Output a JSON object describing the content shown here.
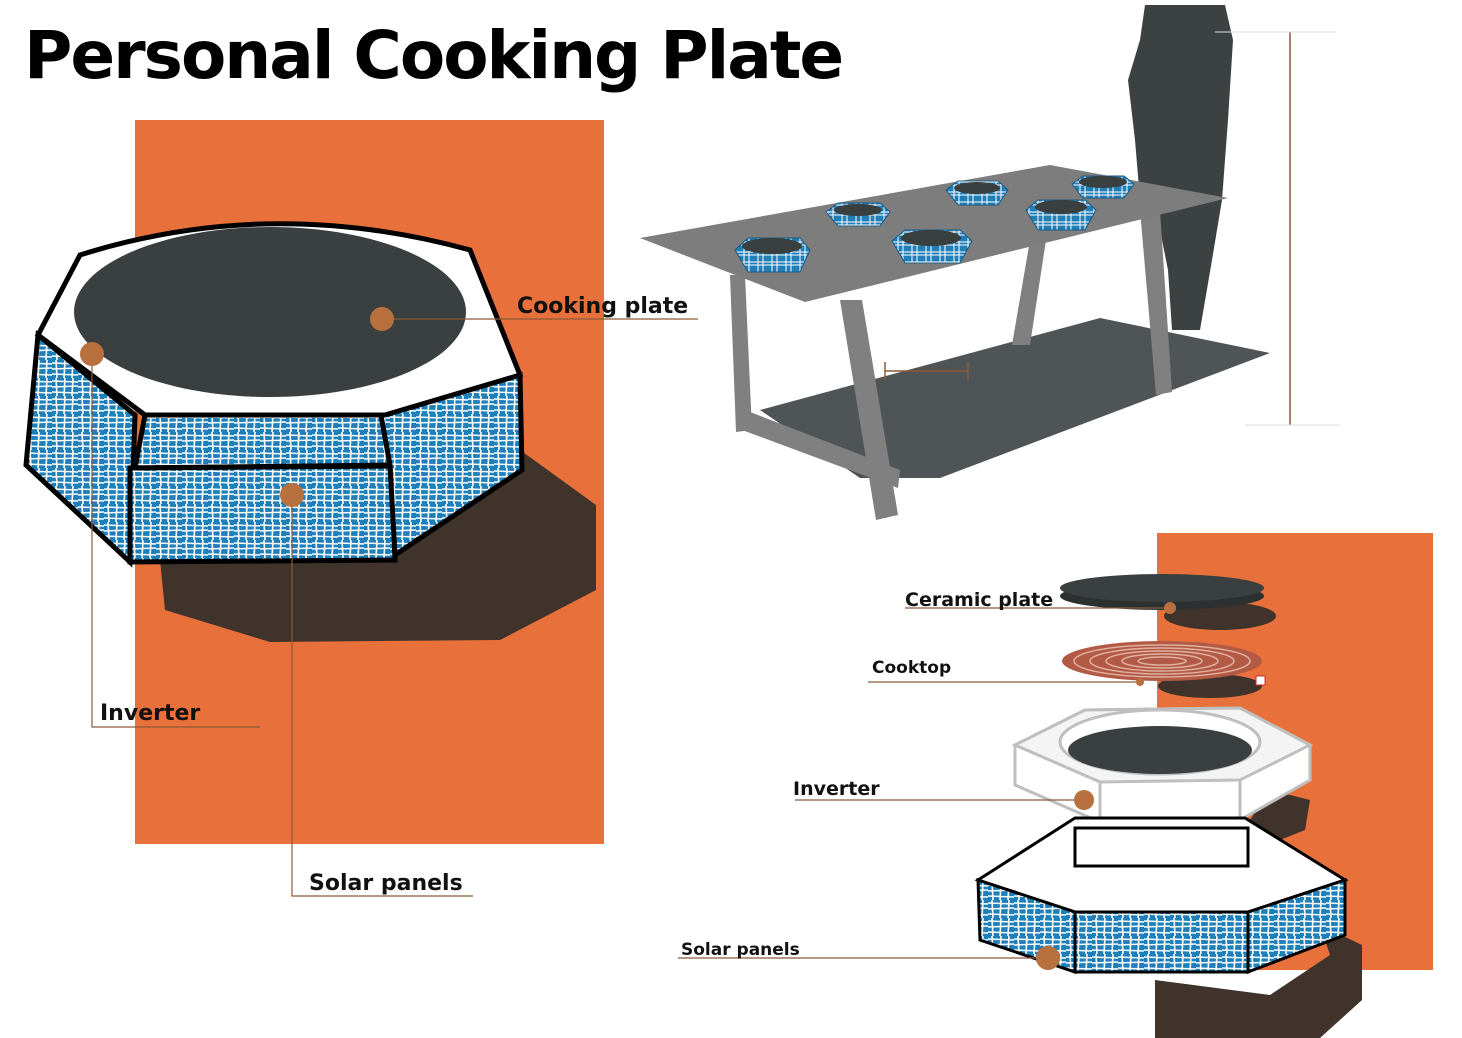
{
  "title": "Personal Cooking Plate",
  "main_illustration": {
    "labels": {
      "cooking_plate": "Cooking plate",
      "inverter": "Inverter",
      "solar_panels": "Solar panels"
    }
  },
  "exploded_view": {
    "labels": {
      "ceramic_plate": "Ceramic plate",
      "cooktop": "Cooktop",
      "inverter": "Inverter",
      "solar_panels": "Solar panels"
    }
  },
  "colors": {
    "accent_orange": "#e8703a",
    "solar_blue": "#1f7fb8",
    "plate_dark": "#3a3f3f",
    "shadow_brown": "#3f332b",
    "leader_line": "#8a5a3a",
    "marker_dot": "#b8703e",
    "table_grey": "#808080"
  }
}
